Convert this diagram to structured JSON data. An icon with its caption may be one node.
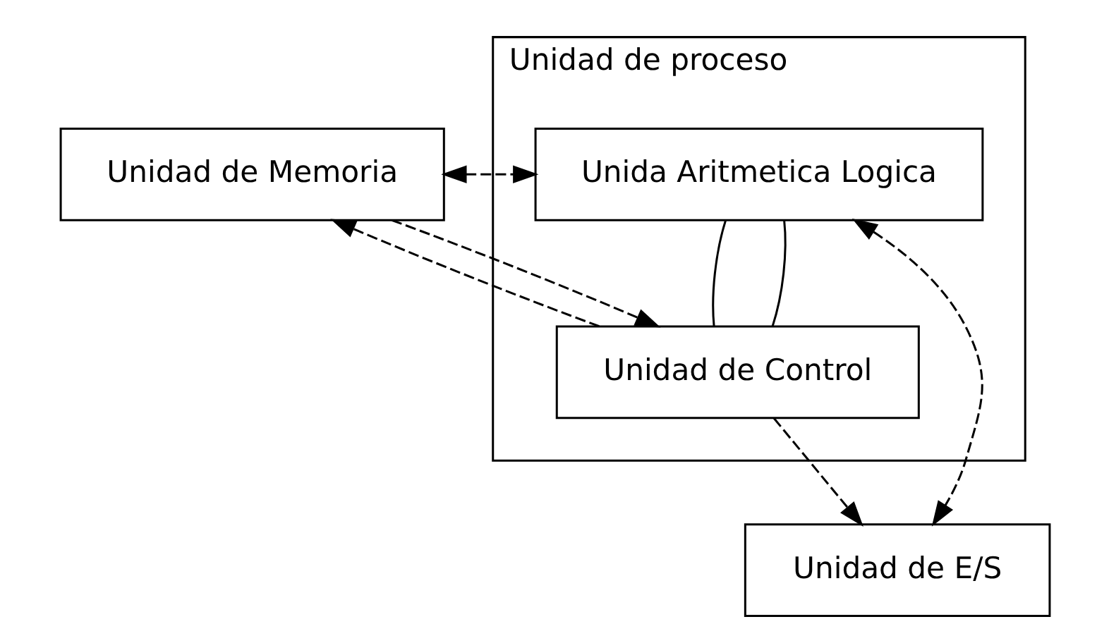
{
  "diagram": {
    "nodes": [
      {
        "text": [
          "Unidad de proceso"
        ]
      },
      {
        "text": [
          "Unida Aritmetica Logica"
        ],
        "in": 0
      },
      {
        "text": [
          "Unidad de Control"
        ],
        "in": 0
      },
      {
        "text": [
          "Unidad de Memoria"
        ]
      },
      {
        "text": [
          "Unidad de E/S"
        ]
      }
    ],
    "edges": [
      {
        "from": 3,
        "to": 1,
        "arrow": "both",
        "style": "dashed"
      },
      {
        "from": 1,
        "to": 4,
        "arrow": "both",
        "style": "dashed"
      },
      {
        "from": 1,
        "to": 2,
        "arrow": "none"
      },
      {
        "from": 1,
        "to": 2,
        "arrow": "none"
      },
      {
        "from": 3,
        "to": 2,
        "arrow": "to",
        "style": "dashed"
      },
      {
        "from": 2,
        "to": 3,
        "arrow": "to",
        "style": "dashed"
      },
      {
        "from": 2,
        "to": 4,
        "arrow": "to",
        "style": "dashed"
      }
    ]
  }
}
